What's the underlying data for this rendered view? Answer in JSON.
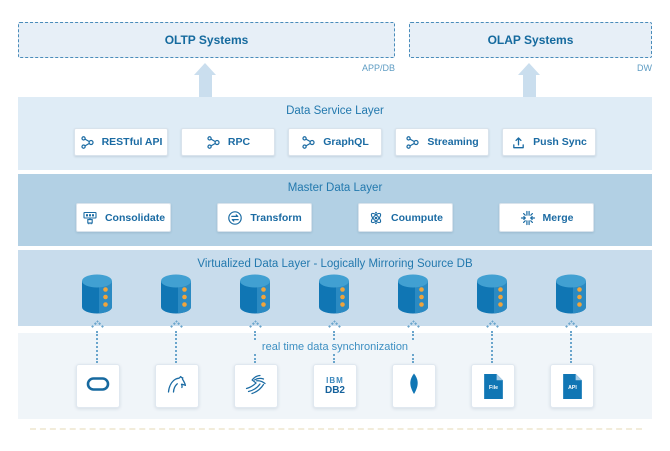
{
  "top": {
    "oltp": {
      "label": "OLTP Systems",
      "tag": "APP/DB"
    },
    "olap": {
      "label": "OLAP Systems",
      "tag": "DW"
    }
  },
  "service_layer": {
    "title": "Data Service Layer",
    "items": [
      {
        "label": "RESTful API",
        "icon": "api-share-icon"
      },
      {
        "label": "RPC",
        "icon": "api-share-icon"
      },
      {
        "label": "GraphQL",
        "icon": "api-share-icon"
      },
      {
        "label": "Streaming",
        "icon": "api-share-icon"
      },
      {
        "label": "Push Sync",
        "icon": "upload-icon"
      }
    ]
  },
  "master_layer": {
    "title": "Master Data Layer",
    "items": [
      {
        "label": "Consolidate",
        "icon": "consolidate-icon"
      },
      {
        "label": "Transform",
        "icon": "transform-icon"
      },
      {
        "label": "Coumpute",
        "icon": "compute-icon"
      },
      {
        "label": "Merge",
        "icon": "merge-icon"
      }
    ]
  },
  "virtual_layer": {
    "title": "Virtualized Data Layer - Logically Mirroring Source DB",
    "database_icon": "database-cylinder-icon",
    "database_count": 7
  },
  "sync_label": "real time data synchronization",
  "sources": [
    {
      "icon": "oracle-ring-icon"
    },
    {
      "icon": "mysql-dolphin-icon"
    },
    {
      "icon": "sqlserver-icon"
    },
    {
      "icon": "ibm-db2-icon",
      "text_lines": [
        "IBM",
        "DB2"
      ]
    },
    {
      "icon": "mongodb-leaf-icon"
    },
    {
      "icon": "file-document-icon",
      "doc_label": "File"
    },
    {
      "icon": "api-document-icon",
      "doc_label": "API"
    }
  ],
  "colors": {
    "accent_blue": "#1076b4",
    "text_blue": "#1b6ba3",
    "dashed_border": "#4a8cba",
    "service_bg": "#dfecf6",
    "master_bg": "#b2d0e4",
    "virtual_bg": "#c8dcec",
    "bottom_bg": "#f0f5f9",
    "arrow_fill": "#cadeee",
    "cylinder_dot_orange": "#f0a43b"
  }
}
